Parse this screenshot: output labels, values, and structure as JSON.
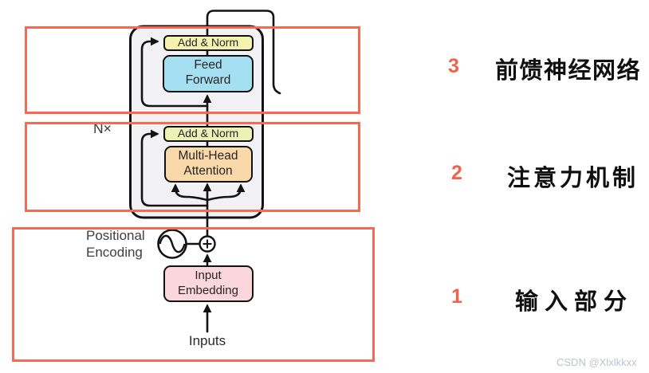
{
  "colors": {
    "highlight_border": "#f86952",
    "annotation_number": "#f4604a",
    "encoder_bg": "#f2f1f3",
    "add_norm_top_bg": "#f5f2b0",
    "feed_forward_bg": "#a5dff2",
    "add_norm_bottom_bg": "#ecf1b5",
    "attention_bg": "#f9d9a9",
    "embedding_bg": "#fbd6dc",
    "line_color": "#131313"
  },
  "diagram": {
    "repeat_label": "N×",
    "add_norm_top": "Add & Norm",
    "feed_forward_lines": [
      "Feed",
      "Forward"
    ],
    "add_norm_bottom": "Add & Norm",
    "attention_lines": [
      "Multi-Head",
      "Attention"
    ],
    "positional_encoding_lines": [
      "Positional",
      "Encoding"
    ],
    "input_embedding_lines": [
      "Input",
      "Embedding"
    ],
    "inputs_label": "Inputs"
  },
  "annotations": [
    {
      "number": "3",
      "label": "前馈神经网络"
    },
    {
      "number": "2",
      "label": "注意力机制"
    },
    {
      "number": "1",
      "label": "输入部分"
    }
  ],
  "watermark": "CSDN @Xlxlkkxx"
}
